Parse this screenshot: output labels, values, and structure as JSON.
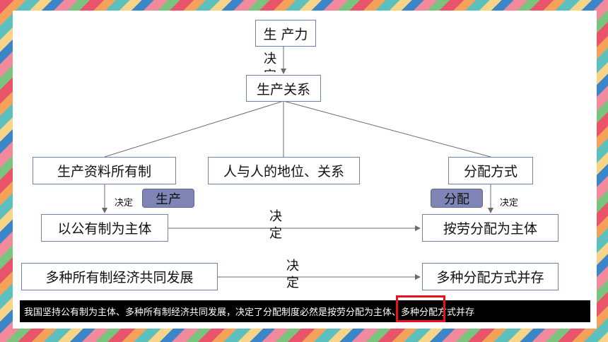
{
  "colors": {
    "box_border": "#6d84a8",
    "tag_fill": "#7f86b5",
    "highlight": "#e8101a",
    "footer_bg": "#000000"
  },
  "nodes": {
    "productivity": "生 产力",
    "relations": "生产关系",
    "ownership": "生产资料所有制",
    "status": "人与人的地位、关系",
    "distribution": "分配方式",
    "public_main": "以公有制为主体",
    "labor_main": "按劳分配为主体",
    "multi_ownership": "多种所有制经济共同发展",
    "multi_distribution": "多种分配方式并存"
  },
  "labels": {
    "decide_top": "决定",
    "decide_left": "决定",
    "decide_right": "决定",
    "decide_mid1": "决定",
    "decide_mid2": "决定"
  },
  "tags": {
    "production": "生产",
    "distribution": "分配"
  },
  "footer": {
    "text": "我国坚持公有制为主体、多种所有制经济共同发展，决定了分配制度必然是按劳分配为主体、多种分配方式并存"
  }
}
